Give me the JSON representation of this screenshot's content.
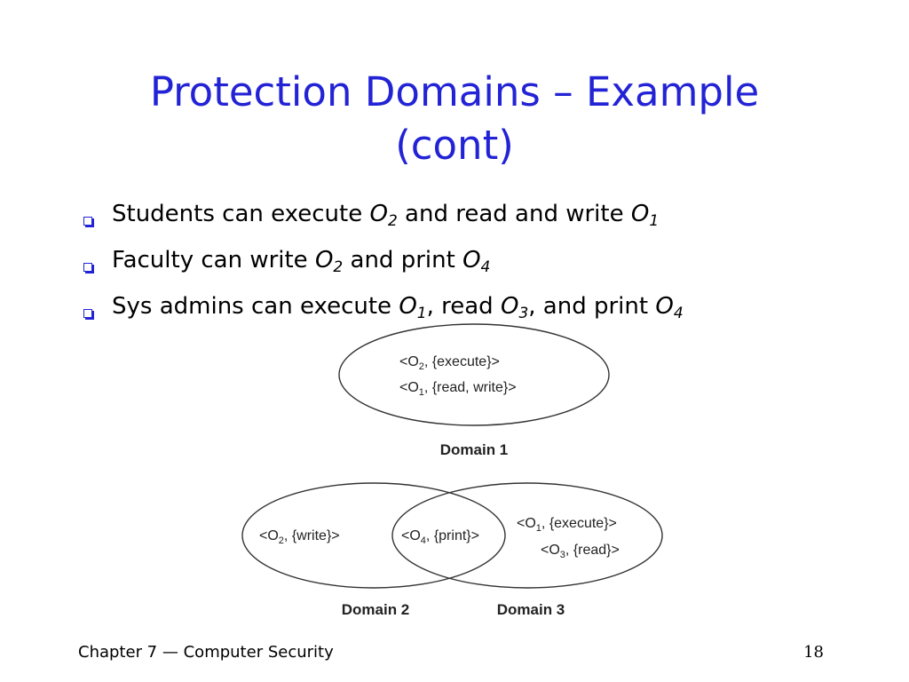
{
  "title": {
    "line1": "Protection Domains – Example",
    "line2": "(cont)"
  },
  "bullets": [
    {
      "parts": [
        {
          "t": "Students can execute "
        },
        {
          "t": "O",
          "i": true
        },
        {
          "t": "2",
          "sub": true
        },
        {
          "t": " and read and write "
        },
        {
          "t": "O",
          "i": true
        },
        {
          "t": "1",
          "sub": true
        }
      ]
    },
    {
      "parts": [
        {
          "t": "Faculty can write "
        },
        {
          "t": "O",
          "i": true
        },
        {
          "t": "2",
          "sub": true
        },
        {
          "t": " and print "
        },
        {
          "t": "O",
          "i": true
        },
        {
          "t": "4",
          "sub": true
        }
      ]
    },
    {
      "parts": [
        {
          "t": "Sys admins can execute "
        },
        {
          "t": "O",
          "i": true
        },
        {
          "t": "1",
          "sub": true
        },
        {
          "t": ", read "
        },
        {
          "t": "O",
          "i": true
        },
        {
          "t": "3",
          "sub": true
        },
        {
          "t": ", and print "
        },
        {
          "t": "O",
          "i": true
        },
        {
          "t": "4",
          "sub": true
        }
      ]
    }
  ],
  "diagram": {
    "domain1": {
      "label": "Domain 1",
      "entries": [
        {
          "pre": "<O",
          "sub": "2",
          "post": ", {execute}>"
        },
        {
          "pre": "<O",
          "sub": "1",
          "post": ", {read, write}>"
        }
      ]
    },
    "domain2": {
      "label": "Domain 2",
      "entries": [
        {
          "pre": "<O",
          "sub": "2",
          "post": ", {write}>"
        }
      ]
    },
    "shared": {
      "entries": [
        {
          "pre": "<O",
          "sub": "4",
          "post": ", {print}>"
        }
      ]
    },
    "domain3": {
      "label": "Domain 3",
      "entries": [
        {
          "pre": "<O",
          "sub": "1",
          "post": ", {execute}>"
        },
        {
          "pre": "<O",
          "sub": "3",
          "post": ", {read}>"
        }
      ]
    }
  },
  "footer": {
    "chapter": "Chapter 7",
    "dash": "—",
    "topic": "Computer Security",
    "page": "18"
  }
}
